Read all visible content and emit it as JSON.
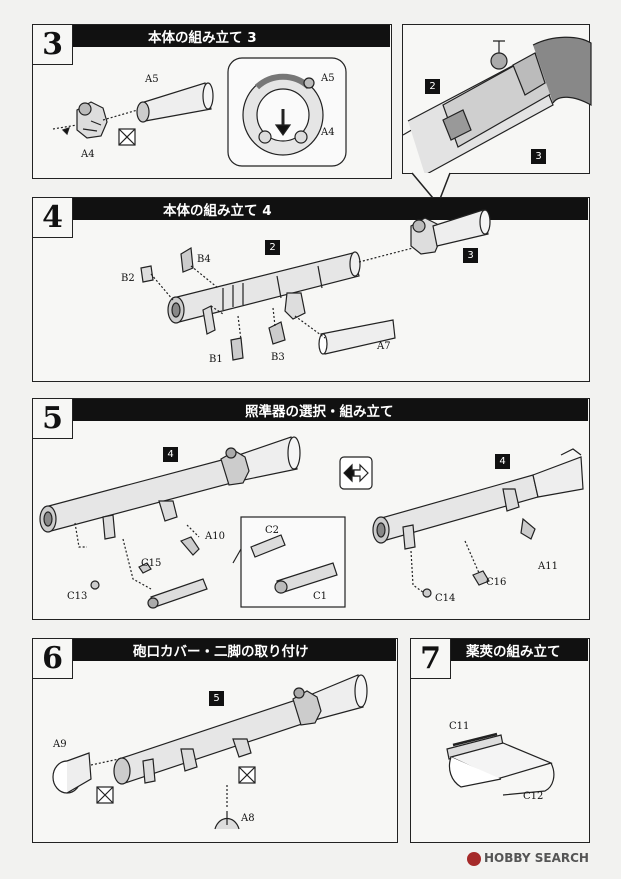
{
  "steps": [
    {
      "number": "3",
      "title": "本体の組み立て 3",
      "parts": {
        "a5": "A5",
        "a4": "A4",
        "a5_detail": "A5",
        "a4_detail": "A4"
      }
    },
    {
      "number": "4",
      "title": "本体の組み立て 4",
      "parts": {
        "b2": "B2",
        "b4": "B4",
        "b1": "B1",
        "b3": "B3",
        "a7": "A7"
      },
      "refs": {
        "sub2": "2",
        "sub3": "3"
      }
    },
    {
      "number": "5",
      "title": "照準器の選択・組み立て",
      "parts": {
        "a10": "A10",
        "c2": "C2",
        "c15": "C15",
        "c13": "C13",
        "c1": "C1",
        "a11": "A11",
        "c16": "C16",
        "c14": "C14"
      },
      "refs": {
        "left": "4",
        "right": "4"
      }
    },
    {
      "number": "6",
      "title": "砲口カバー・二脚の取り付け",
      "parts": {
        "a9": "A9",
        "a8": "A8"
      },
      "refs": {
        "sub5": "5"
      }
    },
    {
      "number": "7",
      "title": "薬莢の組み立て",
      "parts": {
        "c11": "C11",
        "c12": "C12"
      }
    }
  ],
  "callout": {
    "refs": {
      "top": "2",
      "bottom": "3"
    }
  },
  "watermark": {
    "text": "HOBBY SEARCH"
  }
}
